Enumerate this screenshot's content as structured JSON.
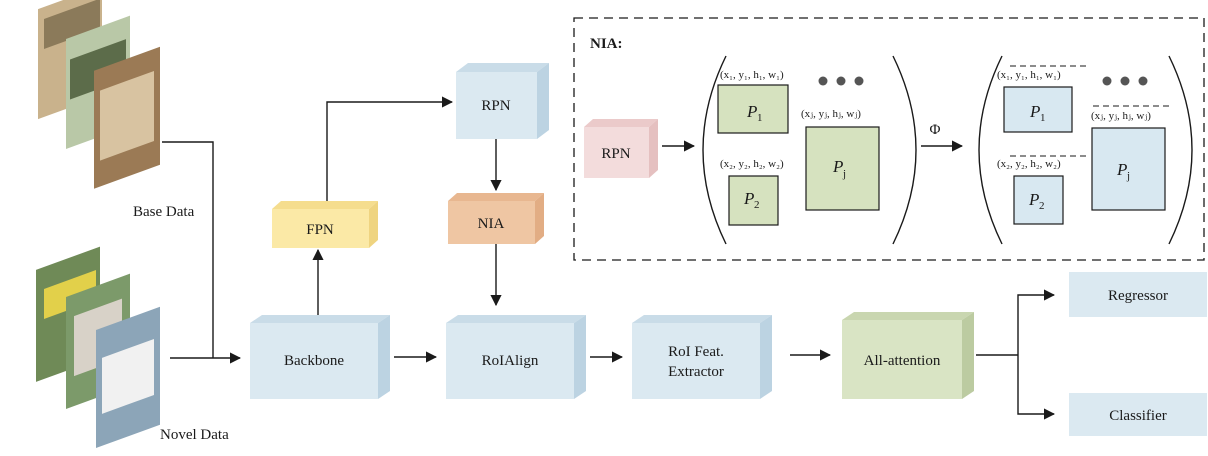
{
  "inputs": {
    "base_label": "Base Data",
    "novel_label": "Novel Data"
  },
  "modules": {
    "fpn": "FPN",
    "rpn": "RPN",
    "nia": "NIA",
    "backbone": "Backbone",
    "roialign": "RoIAlign",
    "roi_feat_line1": "RoI Feat.",
    "roi_feat_line2": "Extractor",
    "all_attention": "All-attention",
    "regressor": "Regressor",
    "classifier": "Classifier"
  },
  "nia_panel": {
    "title": "NIA:",
    "rpn": "RPN",
    "phi": "Φ",
    "left_group": {
      "p1": "P",
      "p1_sub": "1",
      "p2": "P",
      "p2_sub": "2",
      "pj": "P",
      "pj_sub": "j",
      "coord1": "(x₁, y₁, h₁, w₁)",
      "coord2": "(x₂, y₂, h₂, w₂)",
      "coordj": "(xⱼ, yⱼ, hⱼ, wⱼ)"
    },
    "right_group": {
      "p1": "P",
      "p1_sub": "1",
      "p2": "P",
      "p2_sub": "2",
      "pj": "P",
      "pj_sub": "j",
      "coord1": "(x₁, y₁, h₁, w₁)",
      "coord2": "(x₂, y₂, h₂, w₂)",
      "coordj": "(xⱼ, yⱼ, hⱼ, wⱼ)"
    },
    "ellipsis_icon": "ellipsis-dots-icon"
  },
  "colors": {
    "blue_box": "#dbe9f1",
    "green_box": "#d9e4c4",
    "fpn_box": "#fbe9a6",
    "nia_box": "#efc6a3",
    "rpn_pink": "#f3dcdc",
    "p_green": "#d6e2bf",
    "p_blue": "#d8e8f1"
  }
}
